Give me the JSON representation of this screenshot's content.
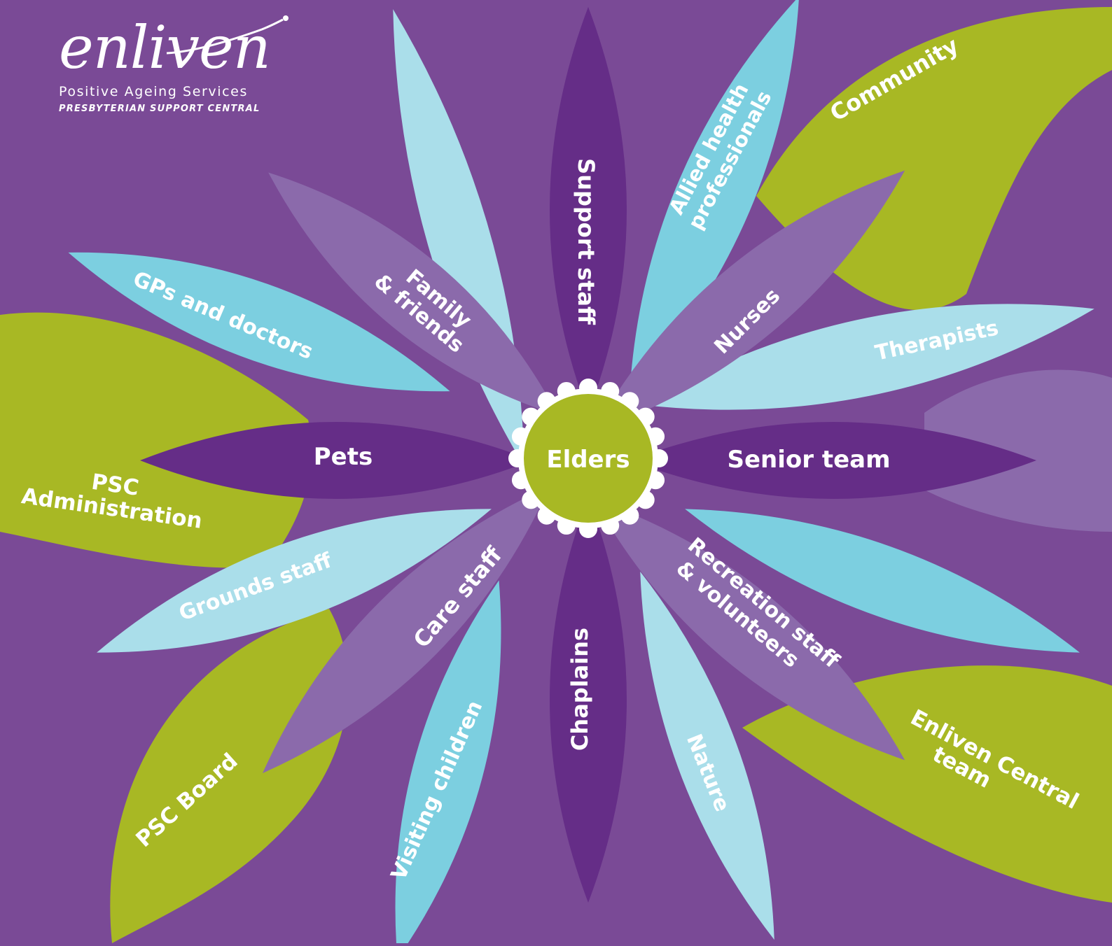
{
  "logo": {
    "wordmark": "enliven",
    "tagline": "Positive Ageing Services",
    "organisation": "PRESBYTERIAN SUPPORT CENTRAL"
  },
  "center": {
    "label": "Elders"
  },
  "petals": {
    "support_staff": "Support staff",
    "allied_health": [
      "Allied health",
      "professionals"
    ],
    "nurses": "Nurses",
    "therapists": "Therapists",
    "senior_team": "Senior team",
    "recreation": [
      "Recreation staff",
      "& volunteers"
    ],
    "nature": "Nature",
    "chaplains": "Chaplains",
    "visiting_children": "Visiting children",
    "care_staff": "Care staff",
    "grounds_staff": "Grounds staff",
    "pets": "Pets",
    "gps": "GPs and doctors",
    "family": [
      "Family",
      "& friends"
    ]
  },
  "leaves": {
    "community": "Community",
    "psc_admin": [
      "PSC",
      "Administration"
    ],
    "psc_board": "PSC Board",
    "enliven_central": [
      "Enliven Central",
      "team"
    ]
  },
  "colors": {
    "background": "#7a4a96",
    "dark_purple": "#652d87",
    "mid_purple": "#8b6aab",
    "light_blue": "#aadeea",
    "mid_blue": "#7ccfe0",
    "lime": "#a8b824",
    "white": "#ffffff"
  }
}
